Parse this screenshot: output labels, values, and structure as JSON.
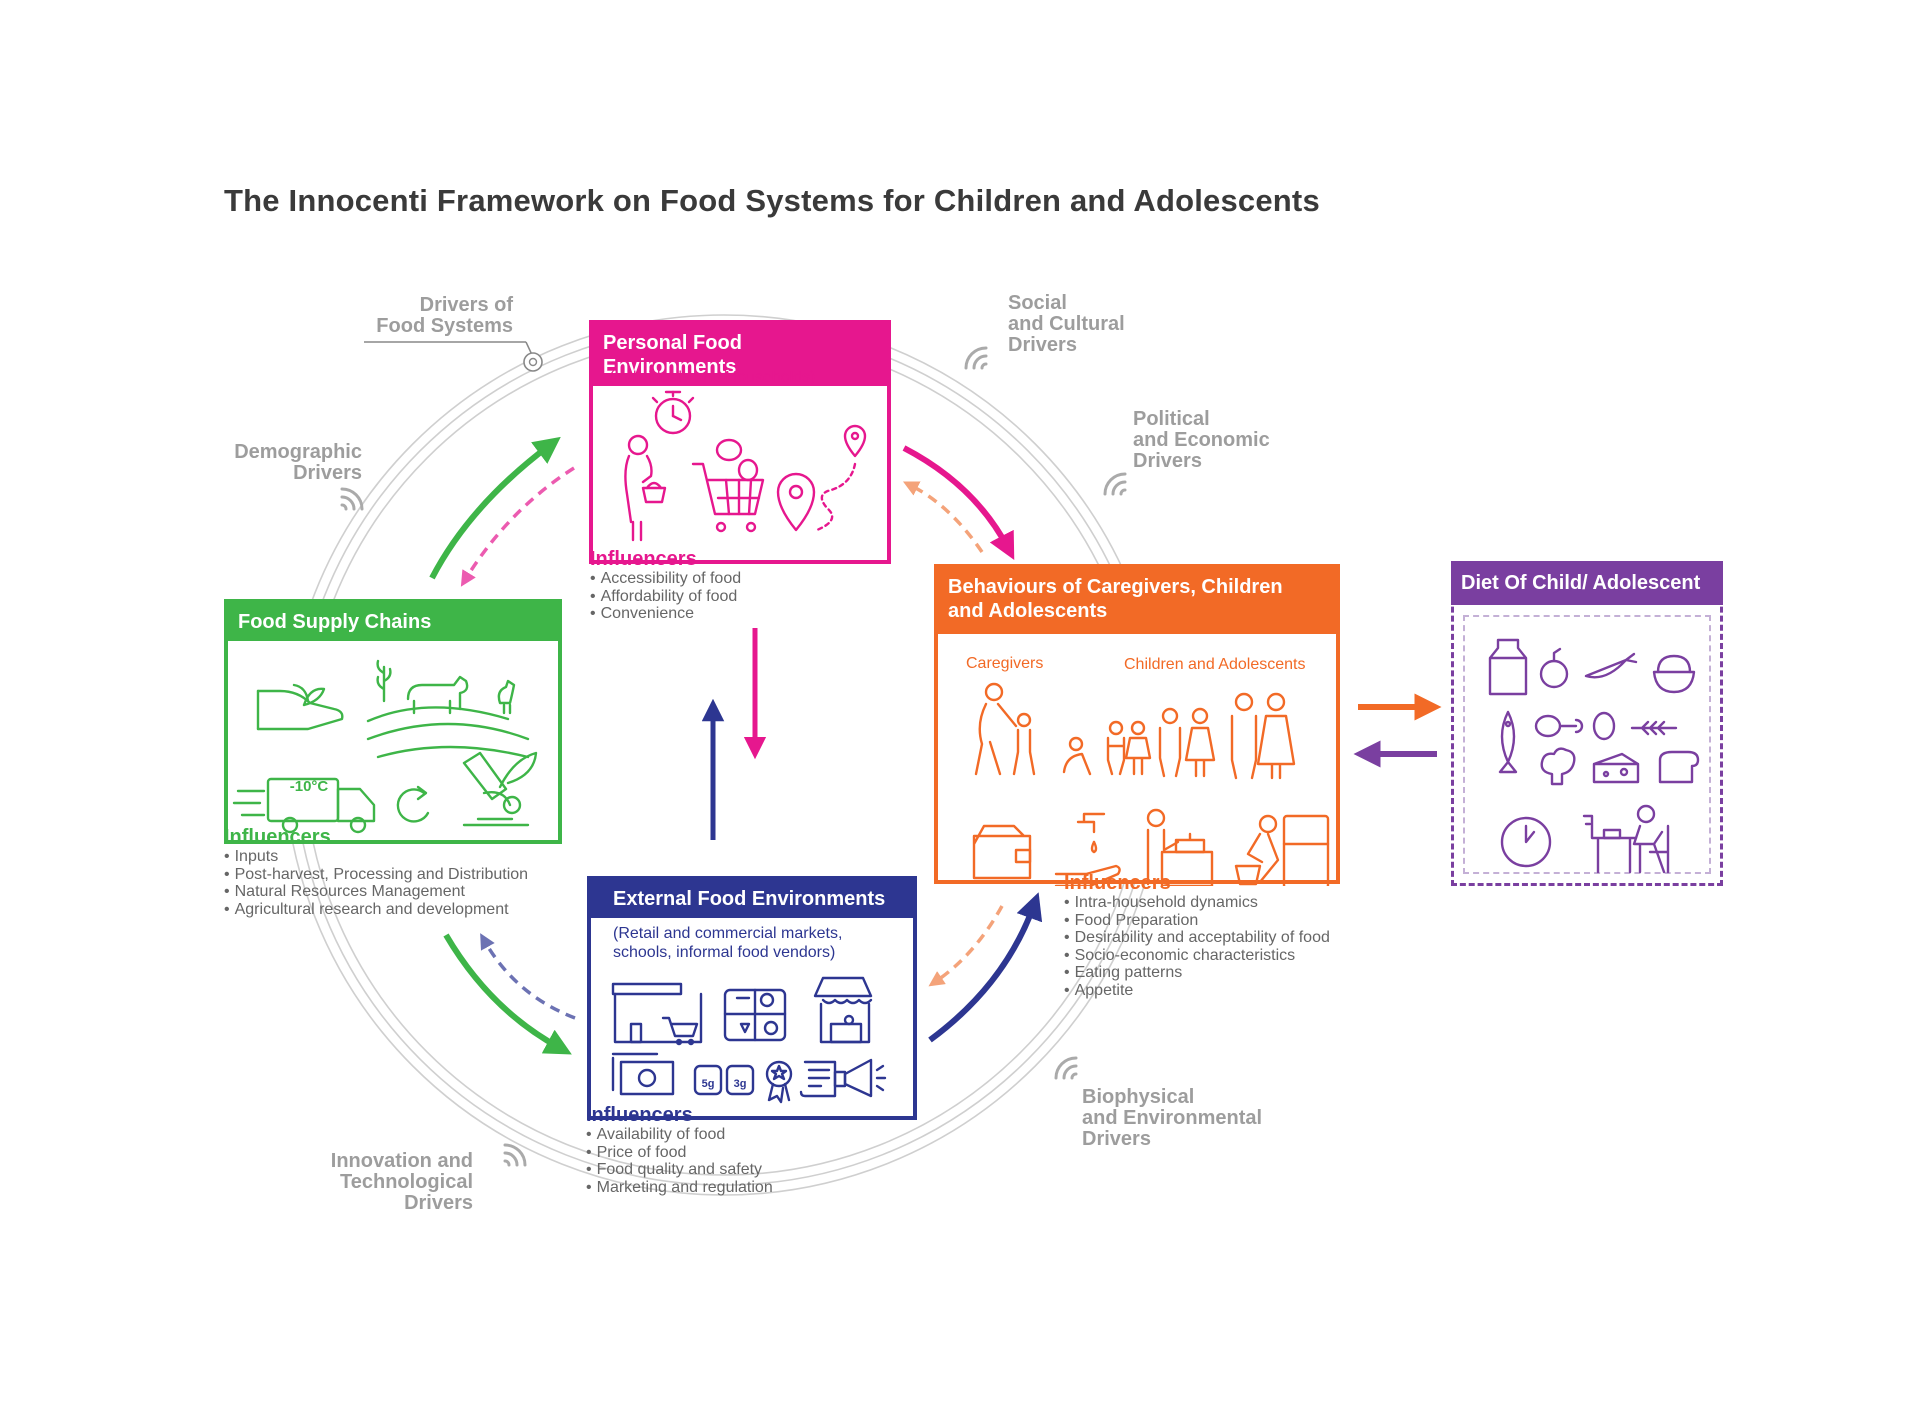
{
  "title": "The Innocenti Framework on Food Systems for Children and Adolescents",
  "colors": {
    "pink": "#e6178e",
    "green": "#3eb548",
    "orange": "#f26a26",
    "navy": "#2d3691",
    "purple": "#7a3fa0",
    "driver_gray": "#9d9d9d"
  },
  "drivers": {
    "food_systems": [
      "Drivers of",
      "Food Systems"
    ],
    "social_cultural": [
      "Social",
      "and Cultural",
      "Drivers"
    ],
    "political_economic": [
      "Political",
      "and Economic",
      "Drivers"
    ],
    "demographic": [
      "Demographic",
      "Drivers"
    ],
    "biophysical": [
      "Biophysical",
      "and Environmental",
      "Drivers"
    ],
    "innovation": [
      "Innovation and",
      "Technological",
      "Drivers"
    ]
  },
  "personal": {
    "header": "Personal Food Environments",
    "subtitle": "(Individuals and Households)",
    "influencers_label": "Influencers",
    "influencers": [
      "Accessibility of food",
      "Affordability of food",
      "Convenience"
    ],
    "icons": [
      "stopwatch-icon",
      "shopper-icon",
      "shopping-cart-icon",
      "location-route-icon"
    ]
  },
  "supply": {
    "header": "Food Supply Chains",
    "influencers_label": "Influencers",
    "influencers": [
      "Inputs",
      "Post-harvest, Processing and Distribution",
      "Natural Resources Management",
      "Agricultural research and development"
    ],
    "truck_label": "-10°C",
    "icons": [
      "hand-seedling-icon",
      "farm-livestock-icon",
      "refrigerated-truck-icon",
      "recycle-icon",
      "microscope-icon"
    ]
  },
  "behaviours": {
    "header_line1": "Behaviours of Caregivers, Children",
    "header_line2": "and Adolescents",
    "caregivers_label": "Caregivers",
    "children_label": "Children and Adolescents",
    "influencers_label": "Influencers",
    "influencers": [
      "Intra-household dynamics",
      "Food Preparation",
      "Desirability and acceptability of food",
      "Socio-economic characteristics",
      "Eating patterns",
      "Appetite"
    ],
    "icons": [
      "caregiver-child-icon",
      "family-group-icon",
      "wallet-icon",
      "handwashing-icon",
      "cooking-icon",
      "fridge-icon"
    ]
  },
  "external": {
    "header": "External Food Environments",
    "subtitle_line1": "(Retail and commercial markets,",
    "subtitle_line2": "schools, informal food vendors)",
    "influencers_label": "Influencers",
    "influencers": [
      "Availability of food",
      "Price of food",
      "Food quality and safety",
      "Marketing and regulation"
    ],
    "label_5g": "5g",
    "label_3g": "3g",
    "icons": [
      "supermarket-icon",
      "lunch-tray-icon",
      "market-stall-icon",
      "money-icon",
      "nutrition-label-icon",
      "quality-badge-icon",
      "advertising-icon"
    ]
  },
  "diet": {
    "header": "Diet Of Child/ Adolescent",
    "icons": [
      "milk-carton-icon",
      "apple-icon",
      "carrot-icon",
      "grain-bowl-icon",
      "fish-icon",
      "meat-icon",
      "egg-icon",
      "wheat-icon",
      "broccoli-icon",
      "cheese-icon",
      "bread-icon",
      "clock-icon",
      "child-eating-icon"
    ]
  }
}
